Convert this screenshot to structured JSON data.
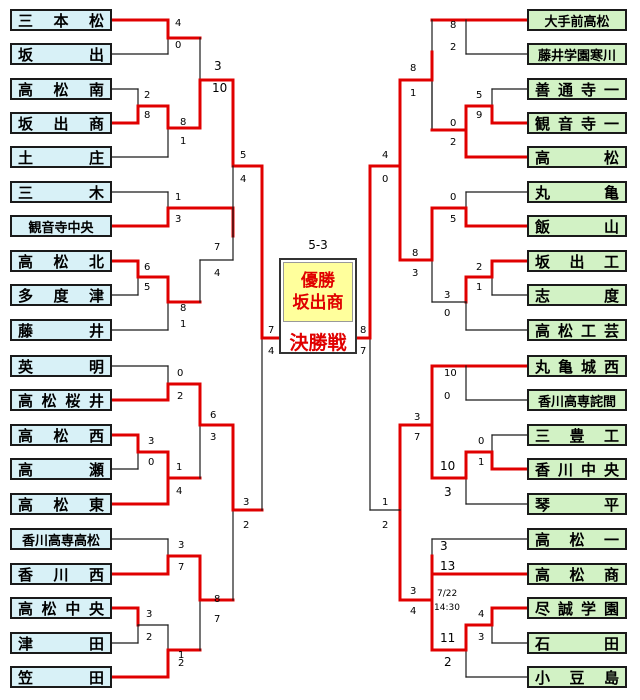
{
  "title": {
    "final_score": "5-3",
    "champion_label": "優勝",
    "champion": "坂出商",
    "final_label": "決勝戦"
  },
  "left_teams": [
    "三本松",
    "坂出",
    "高松南",
    "坂出商",
    "土庄",
    "三木",
    "観音寺中央",
    "高松北",
    "多度津",
    "藤井",
    "英明",
    "高松桜井",
    "高松西",
    "高瀬",
    "高松東",
    "香川高専高松",
    "香川西",
    "高松中央",
    "津田",
    "笠田"
  ],
  "right_teams": [
    "大手前高松",
    "藤井学園寒川",
    "善通寺一",
    "観音寺一",
    "高松",
    "丸亀",
    "飯山",
    "坂出工",
    "志度",
    "高松工芸",
    "丸亀城西",
    "香川高専詫間",
    "三豊工",
    "香川中央",
    "琴平",
    "高松一",
    "高松商",
    "尽誠学園",
    "石田",
    "小豆島"
  ],
  "scores": {
    "left": [
      "4",
      "0",
      "2",
      "8",
      "8",
      "1",
      "3",
      "10",
      "1",
      "3",
      "6",
      "5",
      "8",
      "1",
      "7",
      "4",
      "5",
      "4",
      "7",
      "4",
      "0",
      "2",
      "3",
      "0",
      "1",
      "4",
      "6",
      "3",
      "3",
      "7",
      "3",
      "2",
      "1",
      "2",
      "8",
      "7",
      "3",
      "2",
      "4"
    ],
    "right": [
      "8",
      "2",
      "5",
      "9",
      "0",
      "2",
      "8",
      "1",
      "0",
      "5",
      "2",
      "1",
      "3",
      "0",
      "8",
      "3",
      "4",
      "0",
      "8",
      "7",
      "10",
      "0",
      "0",
      "1",
      "10",
      "3",
      "3",
      "7",
      "3",
      "13",
      "4",
      "3",
      "11",
      "2",
      "3",
      "4",
      "1",
      "2",
      "7/22",
      "14:30"
    ]
  },
  "colors": {
    "winner_line": "#e00000",
    "loser_line": "#1a1a1a",
    "left_team_bg": "#d8f1f7",
    "right_team_bg": "#d2f2c5",
    "champion_bg": "#ffff9c"
  }
}
